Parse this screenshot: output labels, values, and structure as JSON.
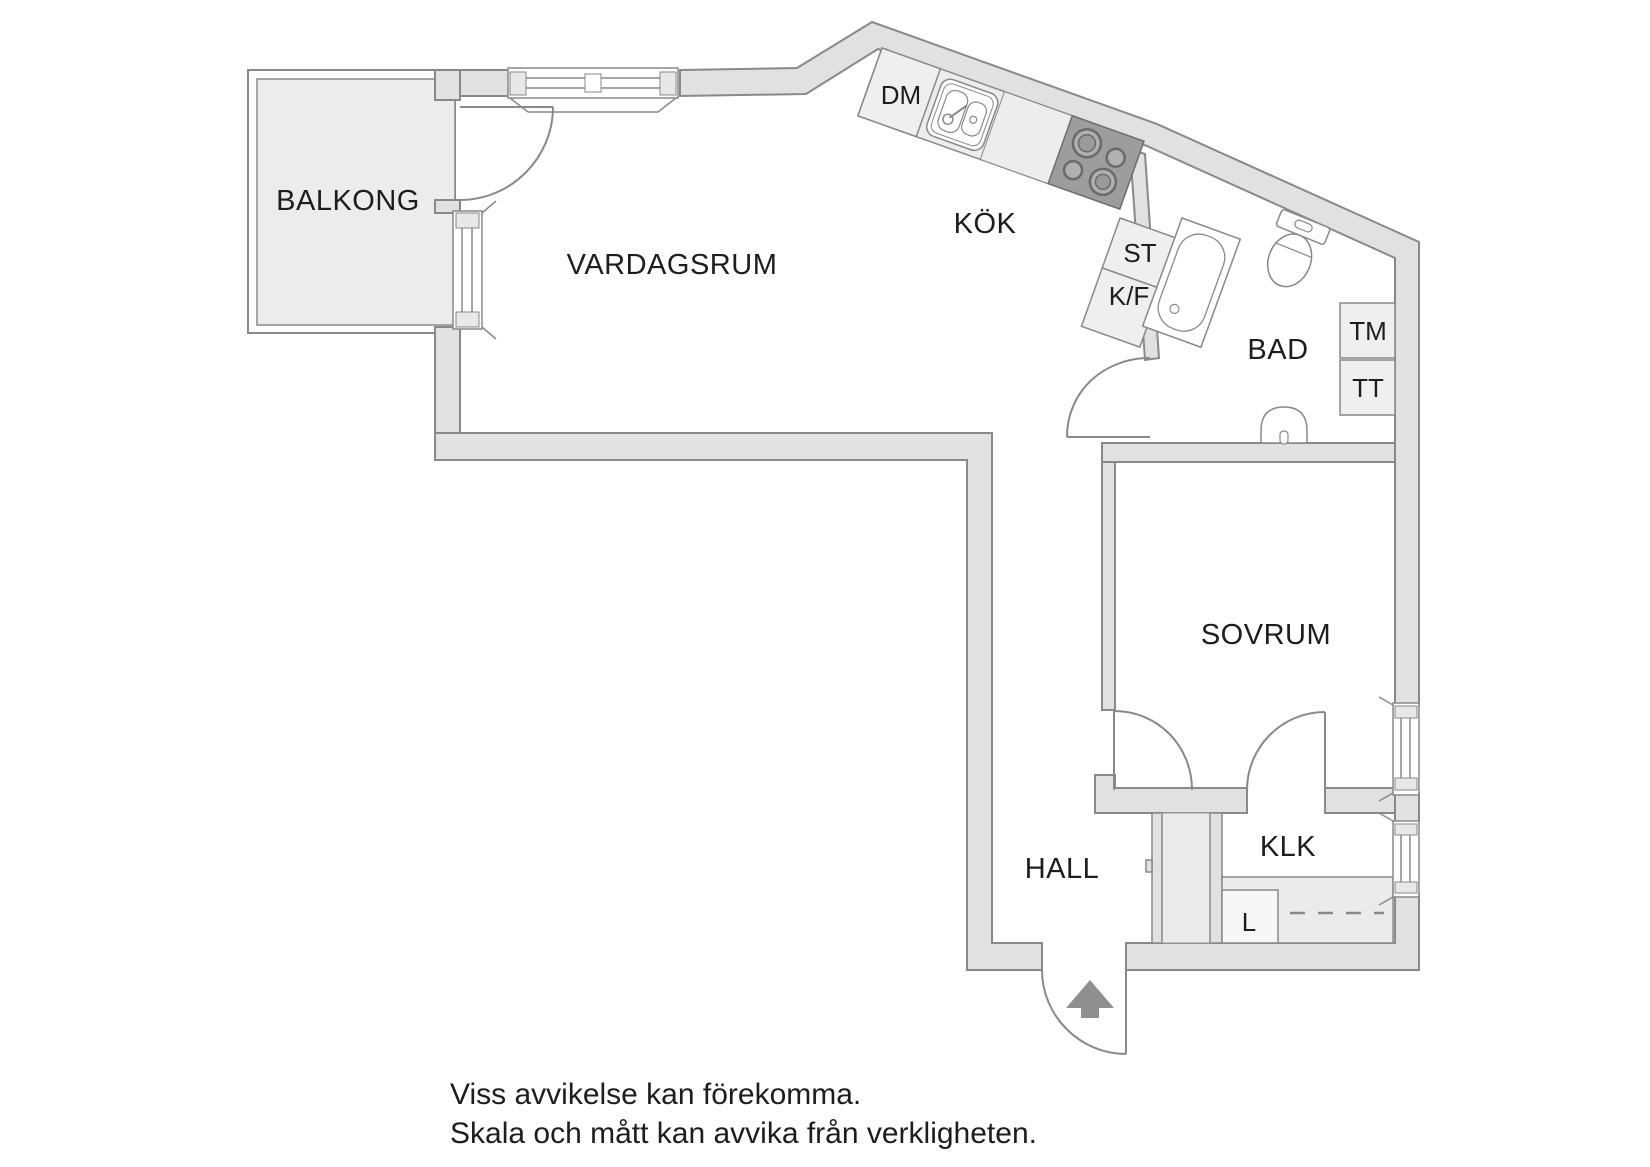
{
  "floorplan": {
    "rooms": {
      "balkong": "BALKONG",
      "vardagsrum": "VARDAGSRUM",
      "kok": "KÖK",
      "bad": "BAD",
      "sovrum": "SOVRUM",
      "hall": "HALL",
      "klk": "KLK"
    },
    "fixtures": {
      "dm": "DM",
      "st": "ST",
      "kf": "K/F",
      "tm": "TM",
      "tt": "TT",
      "l": "L"
    },
    "disclaimer": {
      "line1": "Viss avvikelse kan förekomma.",
      "line2": "Skala och mått kan avvika från verkligheten."
    },
    "colors": {
      "wall_fill": "#e1e1e1",
      "wall_stroke": "#898989",
      "balcony_fill": "#ececec",
      "closet_fill": "#ebebeb",
      "cabinet_fill": "#efefef",
      "stove_fill": "#9d9d9d",
      "burner_fill": "#b0b0b0",
      "arrow_fill": "#8f8f8f",
      "text": "#1d1d1d"
    }
  }
}
